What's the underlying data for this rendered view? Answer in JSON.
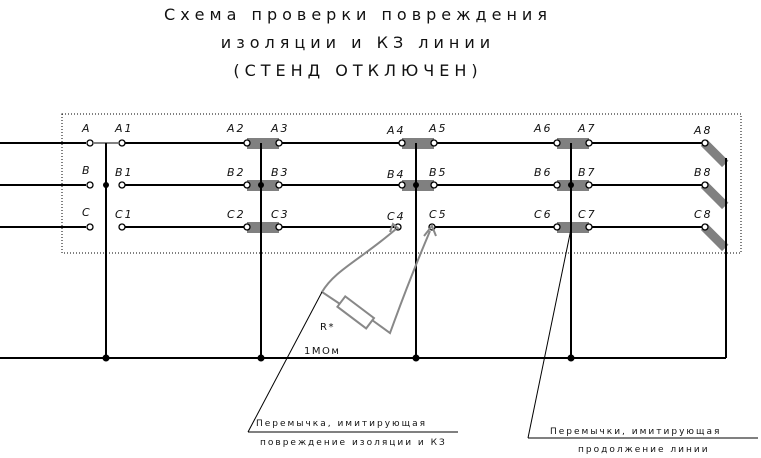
{
  "title": {
    "line1": "Схема проверки повреждения",
    "line2": "изоляции и КЗ  линии",
    "line3": "(СТЕНД  ОТКЛЮЧЕН)"
  },
  "phases": [
    "A",
    "B",
    "C"
  ],
  "terminals": {
    "A": [
      "A1",
      "A2",
      "A3",
      "A4",
      "A5",
      "A6",
      "A7",
      "A8"
    ],
    "B": [
      "B1",
      "B2",
      "B3",
      "B4",
      "B5",
      "B6",
      "B7",
      "B8"
    ],
    "C": [
      "C1",
      "C2",
      "C3",
      "C4",
      "C5",
      "C6",
      "C7",
      "C8"
    ]
  },
  "resistor": {
    "label": "R*",
    "value": "1МОм"
  },
  "notes": {
    "fault_line1": "Перемычка, имитирующая",
    "fault_line2": "повреждение изоляции и КЗ",
    "cont_line1": "Перемычки, имитирующая",
    "cont_line2": "продолжение линии"
  },
  "colors": {
    "wire": "#000000",
    "resistor": "#808080",
    "jumper": "#888888"
  }
}
